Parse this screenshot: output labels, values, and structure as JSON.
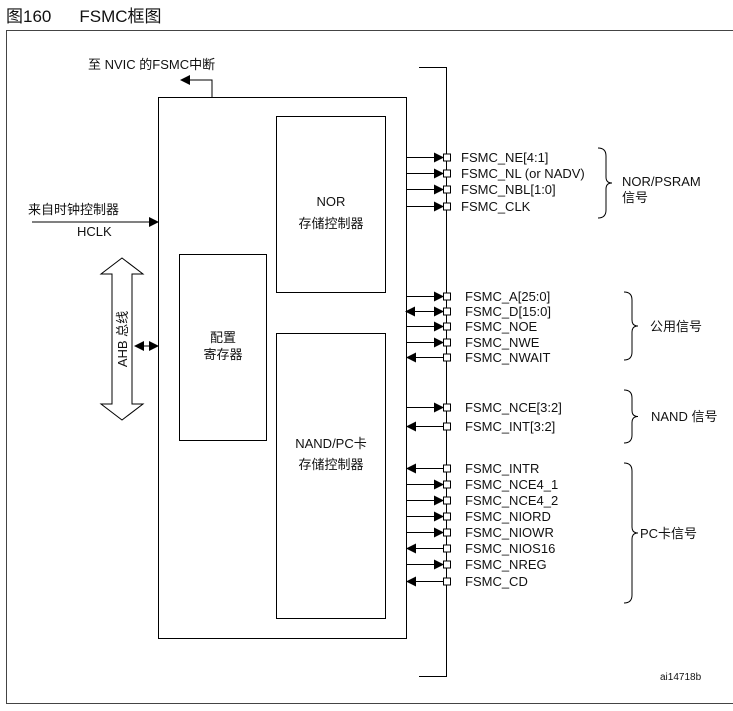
{
  "figure": {
    "number": "图160",
    "title": "FSMC框图"
  },
  "interrupt_label": "至 NVIC 的FSMC中断",
  "clock": {
    "source": "来自时钟控制器",
    "signal": "HCLK"
  },
  "ahb_bus": "AHB 总线",
  "blocks": {
    "nor": [
      "NOR",
      "存储控制器"
    ],
    "config": [
      "配置",
      "寄存器"
    ],
    "nand": [
      "NAND/PC卡",
      "存储控制器"
    ]
  },
  "groups": [
    {
      "label": [
        "NOR/PSRAM",
        "信号"
      ],
      "pins": [
        {
          "name": "FSMC_NE[4:1]",
          "dir": "out"
        },
        {
          "name": "FSMC_NL (or NADV)",
          "dir": "out"
        },
        {
          "name": "FSMC_NBL[1:0]",
          "dir": "out"
        },
        {
          "name": "FSMC_CLK",
          "dir": "out"
        }
      ]
    },
    {
      "label": [
        "公用信号"
      ],
      "pins": [
        {
          "name": "FSMC_A[25:0]",
          "dir": "out"
        },
        {
          "name": "FSMC_D[15:0]",
          "dir": "bi"
        },
        {
          "name": "FSMC_NOE",
          "dir": "out"
        },
        {
          "name": "FSMC_NWE",
          "dir": "out"
        },
        {
          "name": "FSMC_NWAIT",
          "dir": "in"
        }
      ]
    },
    {
      "label": [
        "NAND 信号"
      ],
      "pins": [
        {
          "name": "FSMC_NCE[3:2]",
          "dir": "out"
        },
        {
          "name": "FSMC_INT[3:2]",
          "dir": "in"
        }
      ]
    },
    {
      "label": [
        "PC卡信号"
      ],
      "pins": [
        {
          "name": "FSMC_INTR",
          "dir": "in"
        },
        {
          "name": "FSMC_NCE4_1",
          "dir": "out"
        },
        {
          "name": "FSMC_NCE4_2",
          "dir": "out"
        },
        {
          "name": "FSMC_NIORD",
          "dir": "out"
        },
        {
          "name": "FSMC_NIOWR",
          "dir": "out"
        },
        {
          "name": "FSMC_NIOS16",
          "dir": "in"
        },
        {
          "name": "FSMC_NREG",
          "dir": "out"
        },
        {
          "name": "FSMC_CD",
          "dir": "in"
        }
      ]
    }
  ],
  "figure_id": "ai14718b"
}
